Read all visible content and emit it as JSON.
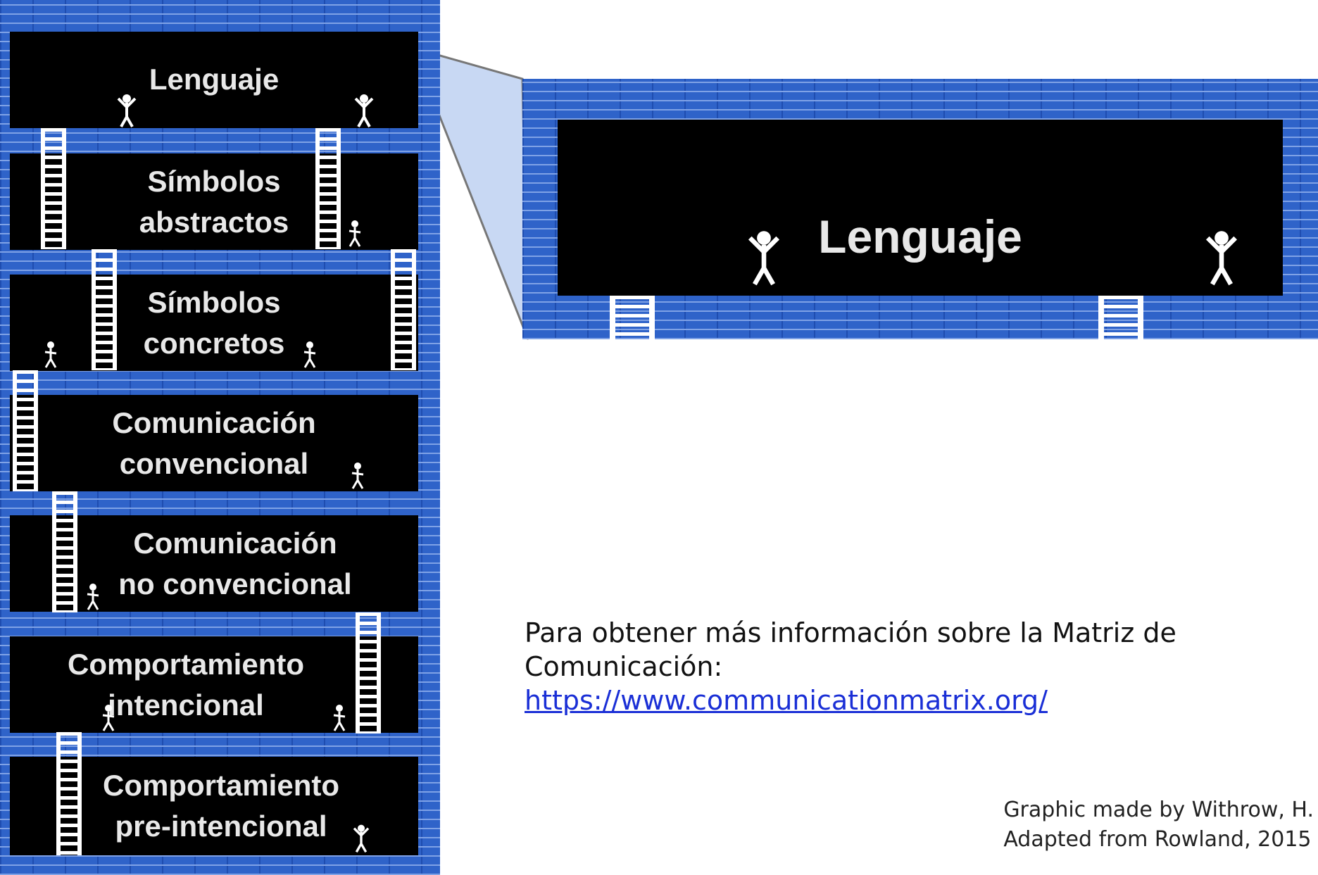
{
  "levels": [
    {
      "label": "Lenguaje"
    },
    {
      "label": "Símbolos\nabstractos"
    },
    {
      "label": "Símbolos\nconcretos"
    },
    {
      "label": "Comunicación\nconvencional"
    },
    {
      "label": "Comunicación\nno convencional"
    },
    {
      "label": "Comportamiento\nintencional"
    },
    {
      "label": "Comportamiento\npre-intencional"
    }
  ],
  "zoom": {
    "label": "Lenguaje"
  },
  "info": {
    "text": "Para obtener más información sobre la Matriz de Comunicación:",
    "link": "https://www.communicationmatrix.org/"
  },
  "credit": {
    "line1": "Graphic made by Withrow, H.",
    "line2": "Adapted from Rowland, 2015"
  },
  "colors": {
    "brick": "#2f63c9",
    "room": "#000000",
    "link": "#1a2fd6"
  }
}
